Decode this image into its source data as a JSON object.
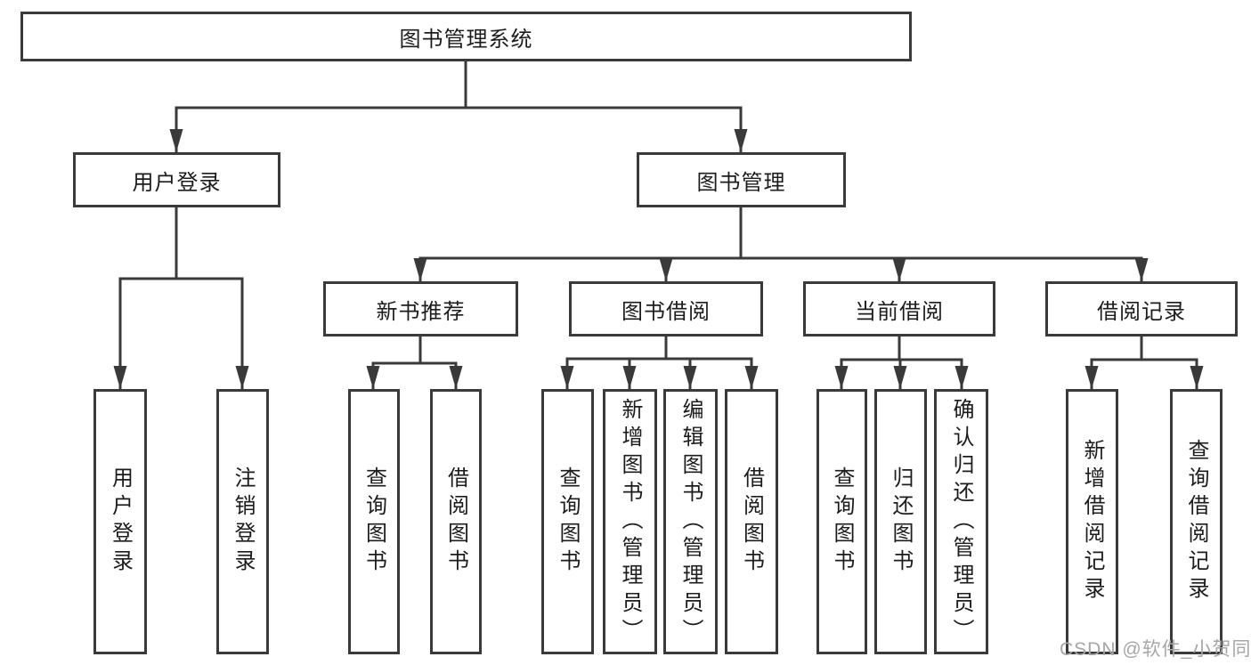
{
  "tree": {
    "label": "图书管理系统",
    "children": [
      {
        "label": "用户登录",
        "children": [
          {
            "label": "用户登录"
          },
          {
            "label": "注销登录"
          }
        ]
      },
      {
        "label": "图书管理",
        "children": [
          {
            "label": "新书推荐",
            "children": [
              {
                "label": "查询图书"
              },
              {
                "label": "借阅图书"
              }
            ]
          },
          {
            "label": "图书借阅",
            "children": [
              {
                "label": "查询图书"
              },
              {
                "label": "新增图书（管理员）"
              },
              {
                "label": "编辑图书（管理员）"
              },
              {
                "label": "借阅图书"
              }
            ]
          },
          {
            "label": "当前借阅",
            "children": [
              {
                "label": "查询图书"
              },
              {
                "label": "归还图书"
              },
              {
                "label": "确认归还（管理员）"
              }
            ]
          },
          {
            "label": "借阅记录",
            "children": [
              {
                "label": "新增借阅记录"
              },
              {
                "label": "查询借阅记录"
              }
            ]
          }
        ]
      }
    ]
  },
  "watermark": "CSDN @软件_小贺同学",
  "colors": {
    "line": "#3a3a3a",
    "text": "#1c1c1c",
    "background": "#ffffff",
    "watermark": "#a6a6a6"
  }
}
